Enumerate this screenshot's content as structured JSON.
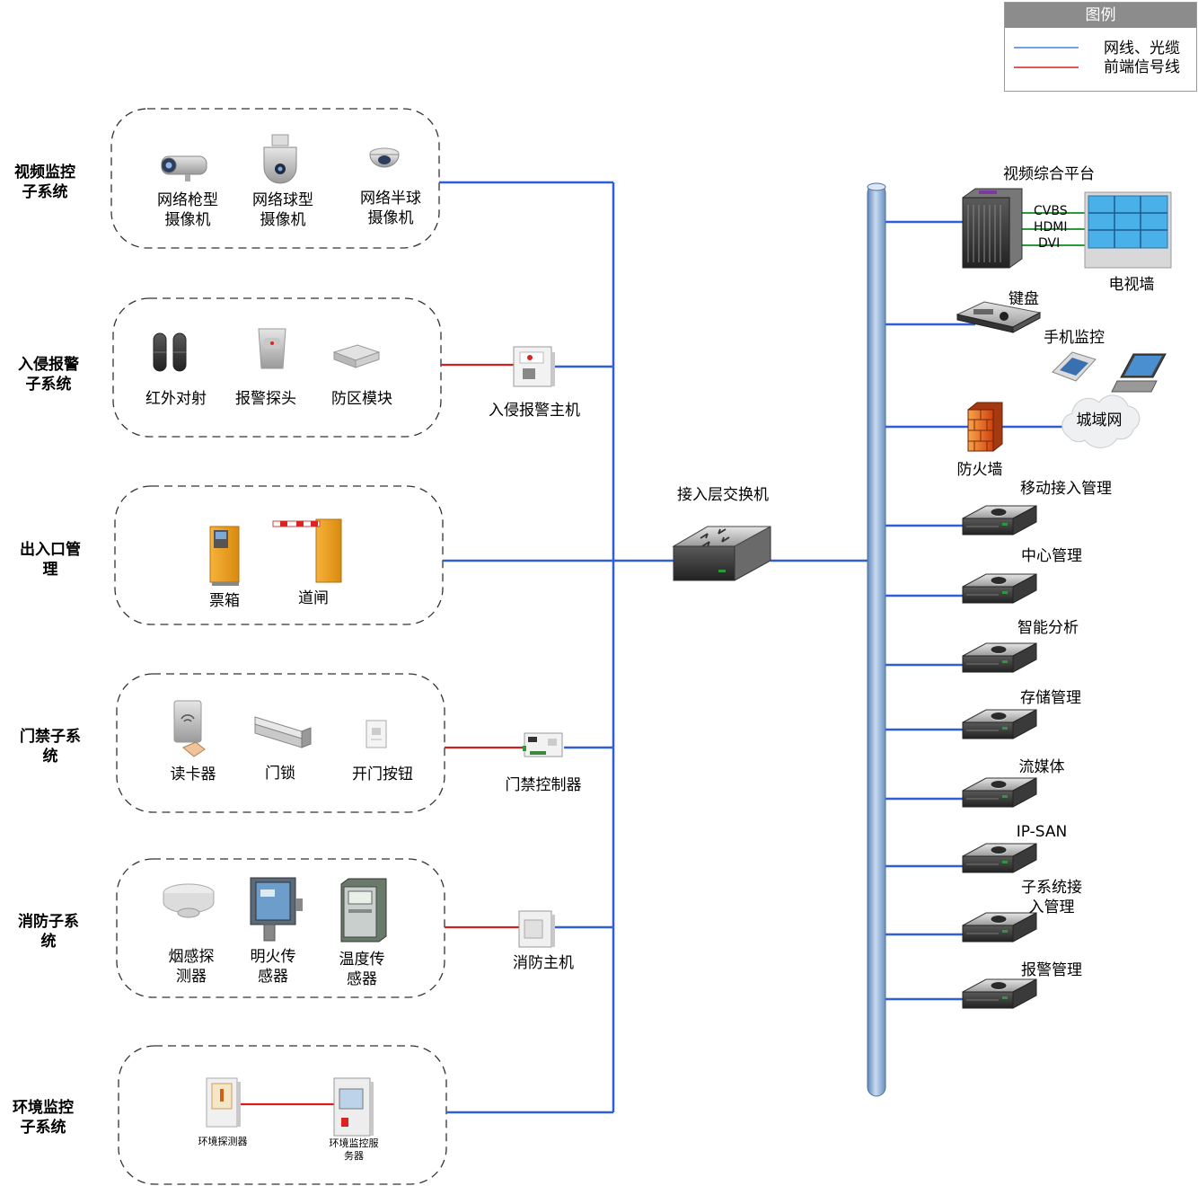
{
  "legend": {
    "title": "图例",
    "items": [
      {
        "label": "网线、光缆",
        "color": "#4a7fe0"
      },
      {
        "label": "前端信号线",
        "color": "#d22020"
      }
    ]
  },
  "colors": {
    "network": "#2f5fd6",
    "signal": "#d22020",
    "bus": "#8fb0d8"
  },
  "subsystems": [
    {
      "title": "视频监控\n子系统",
      "devices": [
        "网络枪型\n摄像机",
        "网络球型\n摄像机",
        "网络半球\n摄像机"
      ]
    },
    {
      "title": "入侵报警\n子系统",
      "devices": [
        "红外对射",
        "报警探头",
        "防区模块"
      ],
      "host": "入侵报警主机"
    },
    {
      "title": "出入口管\n理",
      "devices": [
        "票箱",
        "道闸"
      ]
    },
    {
      "title": "门禁子系\n统",
      "devices": [
        "读卡器",
        "门锁",
        "开门按钮"
      ],
      "host": "门禁控制器"
    },
    {
      "title": "消防子系\n统",
      "devices": [
        "烟感探\n测器",
        "明火传\n感器",
        "温度传\n感器"
      ],
      "host": "消防主机"
    },
    {
      "title": "环境监控\n子系统",
      "devices": [
        "环境探测器",
        "环境监控服\n务器"
      ]
    }
  ],
  "core": {
    "switch": "接入层交换机"
  },
  "platform": {
    "title": "视频综合平台",
    "signals": [
      "CVBS",
      "HDMI",
      "DVI"
    ],
    "tv_wall": "电视墙",
    "keyboard": "键盘",
    "mobile": "手机监控",
    "firewall": "防火墙",
    "wan": "城域网"
  },
  "servers": [
    "移动接入管理",
    "中心管理",
    "智能分析",
    "存储管理",
    "流媒体",
    "IP-SAN",
    "子系统接\n入管理",
    "报警管理"
  ]
}
